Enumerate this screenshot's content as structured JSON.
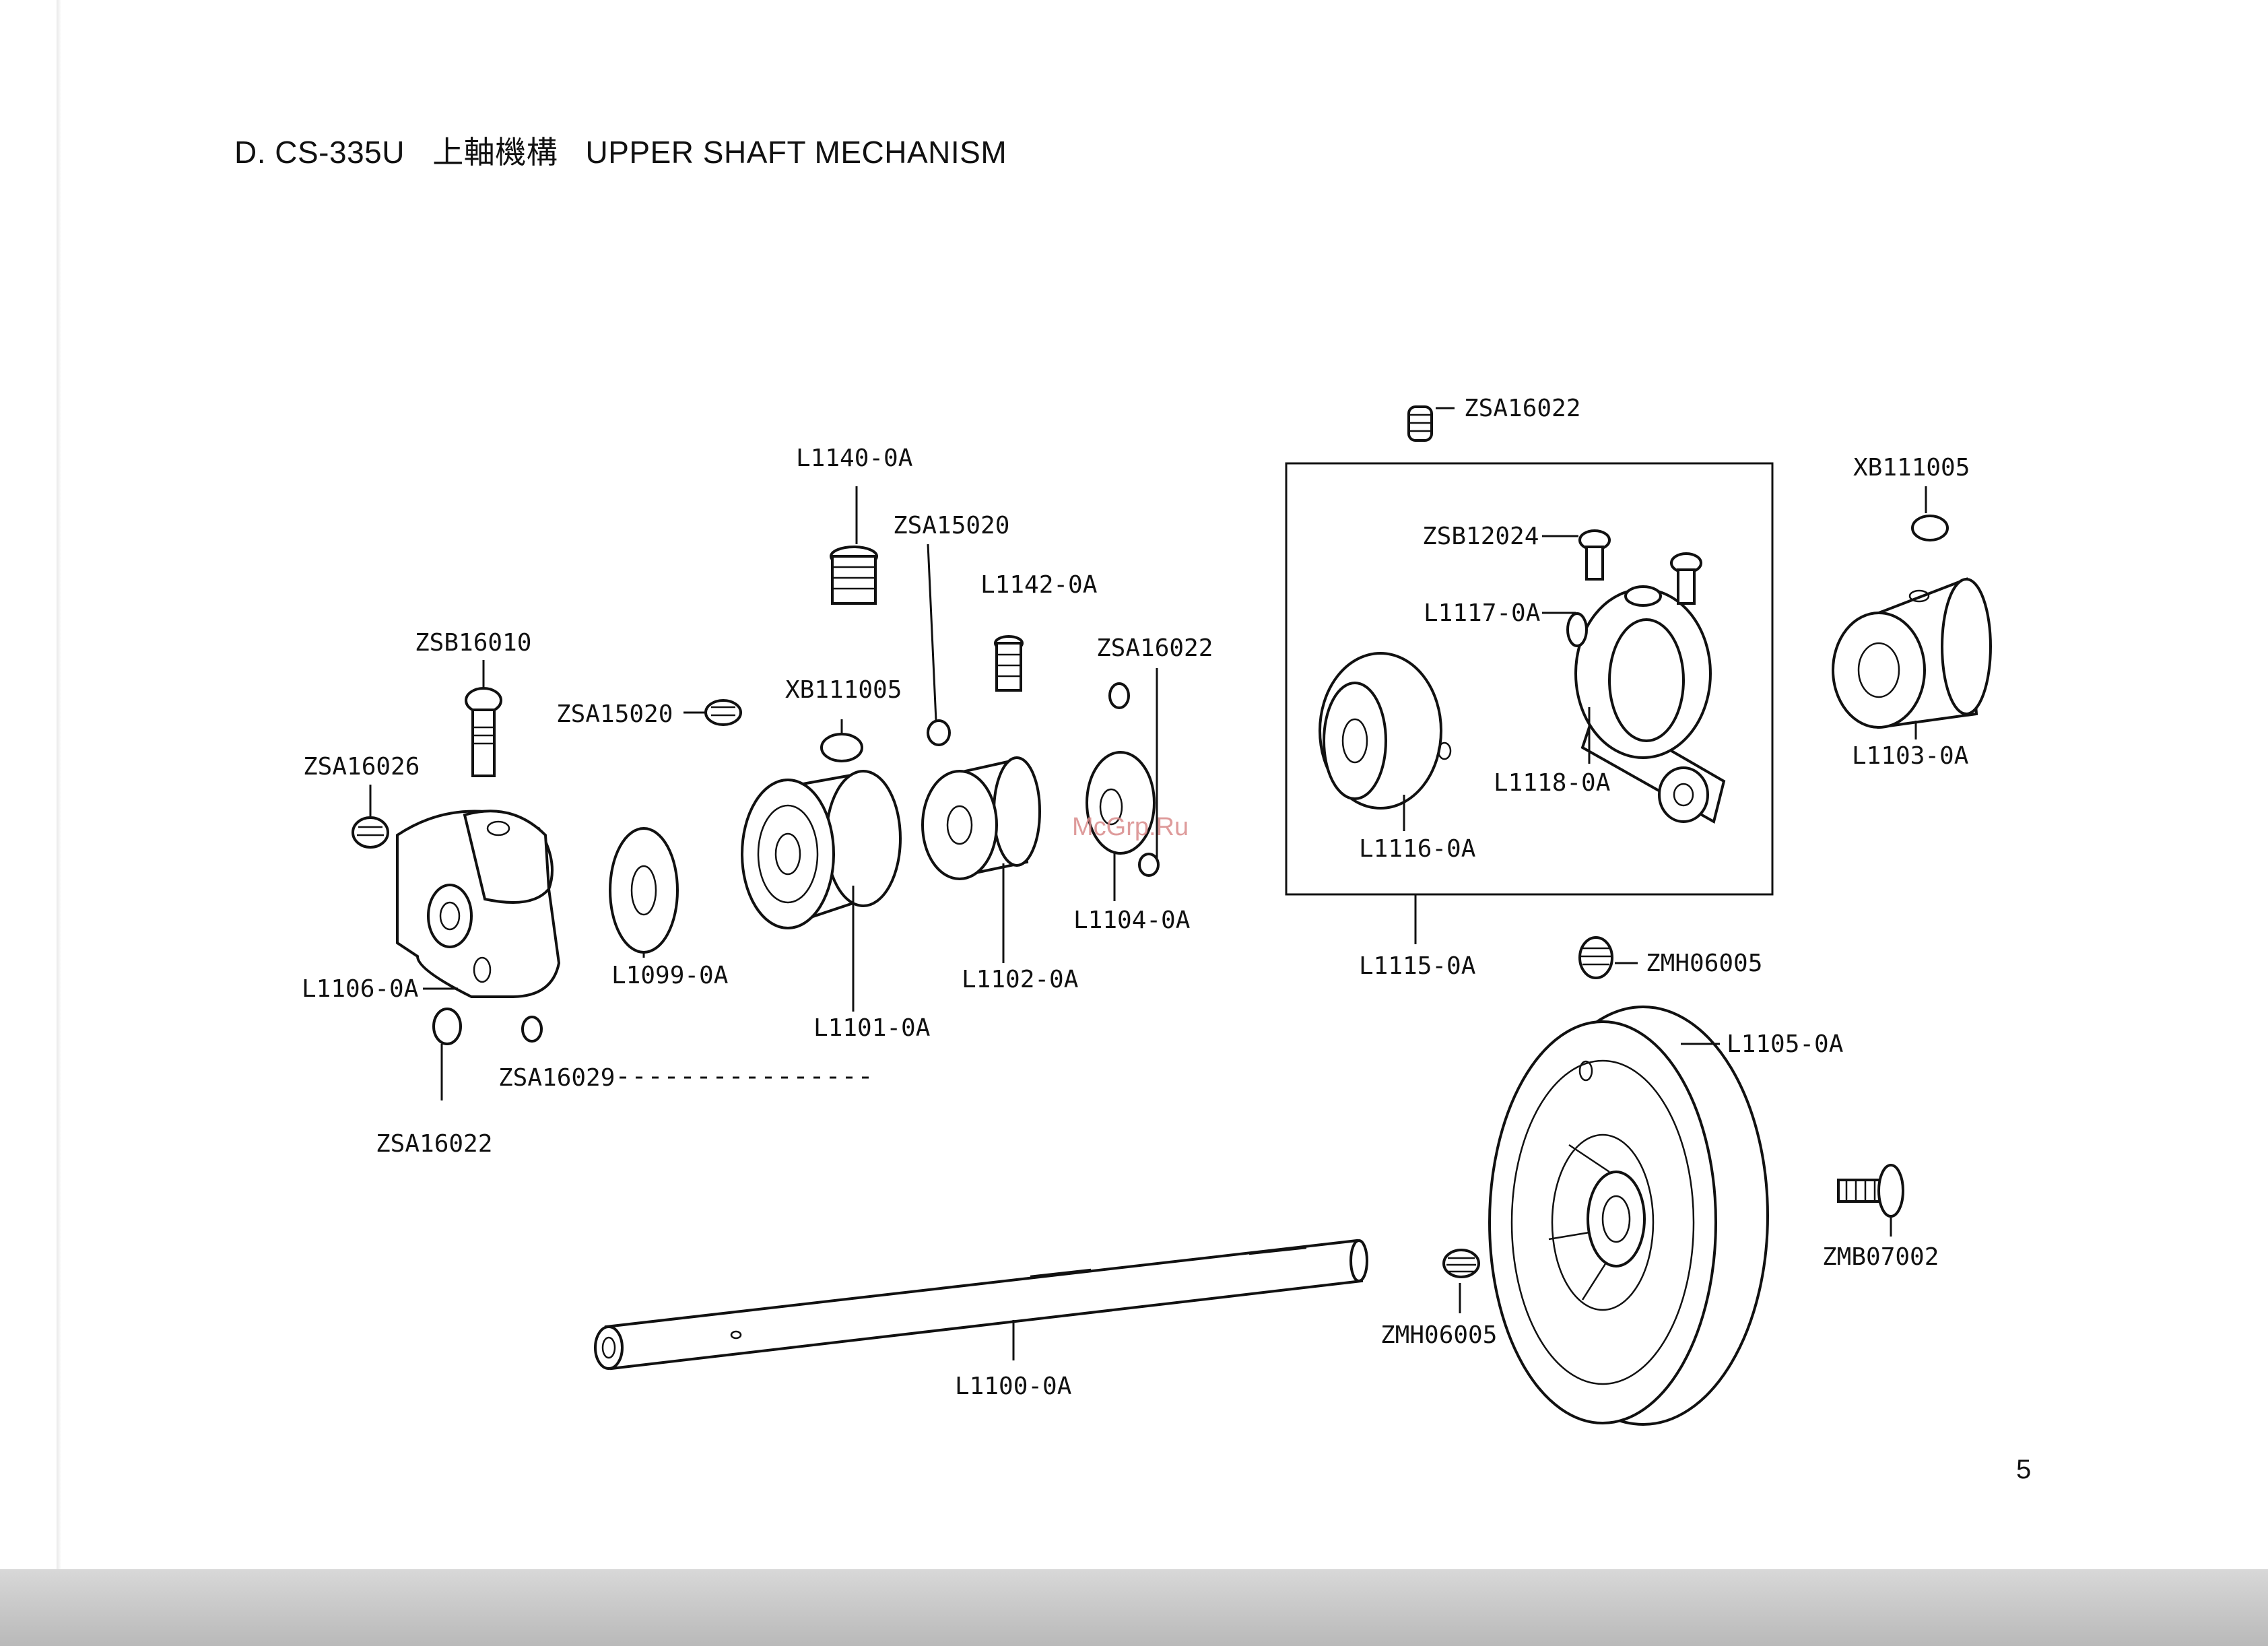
{
  "header": {
    "prefix": "D. CS-335U",
    "title_cn": "上軸機構",
    "title_en": "UPPER SHAFT MECHANISM"
  },
  "labels": {
    "zsa16022_top": "ZSA16022",
    "l1140": "L1140-0A",
    "zsa15020_a": "ZSA15020",
    "l1142": "L1142-0A",
    "zsa16022_b": "ZSA16022",
    "zsb16010": "ZSB16010",
    "zsa15020_b": "ZSA15020",
    "xb111005_a": "XB111005",
    "zsa16026": "ZSA16026",
    "l1106": "L1106-0A",
    "l1099": "L1099-0A",
    "l1101": "L1101-0A",
    "l1102": "L1102-0A",
    "l1104": "L1104-0A",
    "zsa16029": "ZSA16029",
    "zsa16022_c": "ZSA16022",
    "zsb12024": "ZSB12024",
    "l1117": "L1117-0A",
    "l1118": "L1118-0A",
    "l1116": "L1116-0A",
    "l1115": "L1115-0A",
    "xb111005_b": "XB111005",
    "l1103": "L1103-0A",
    "zmh06005_a": "ZMH06005",
    "l1105": "L1105-0A",
    "zmb07002": "ZMB07002",
    "zmh06005_b": "ZMH06005",
    "l1100": "L1100-0A"
  },
  "watermark": "McGrp.Ru",
  "page_number": "5"
}
